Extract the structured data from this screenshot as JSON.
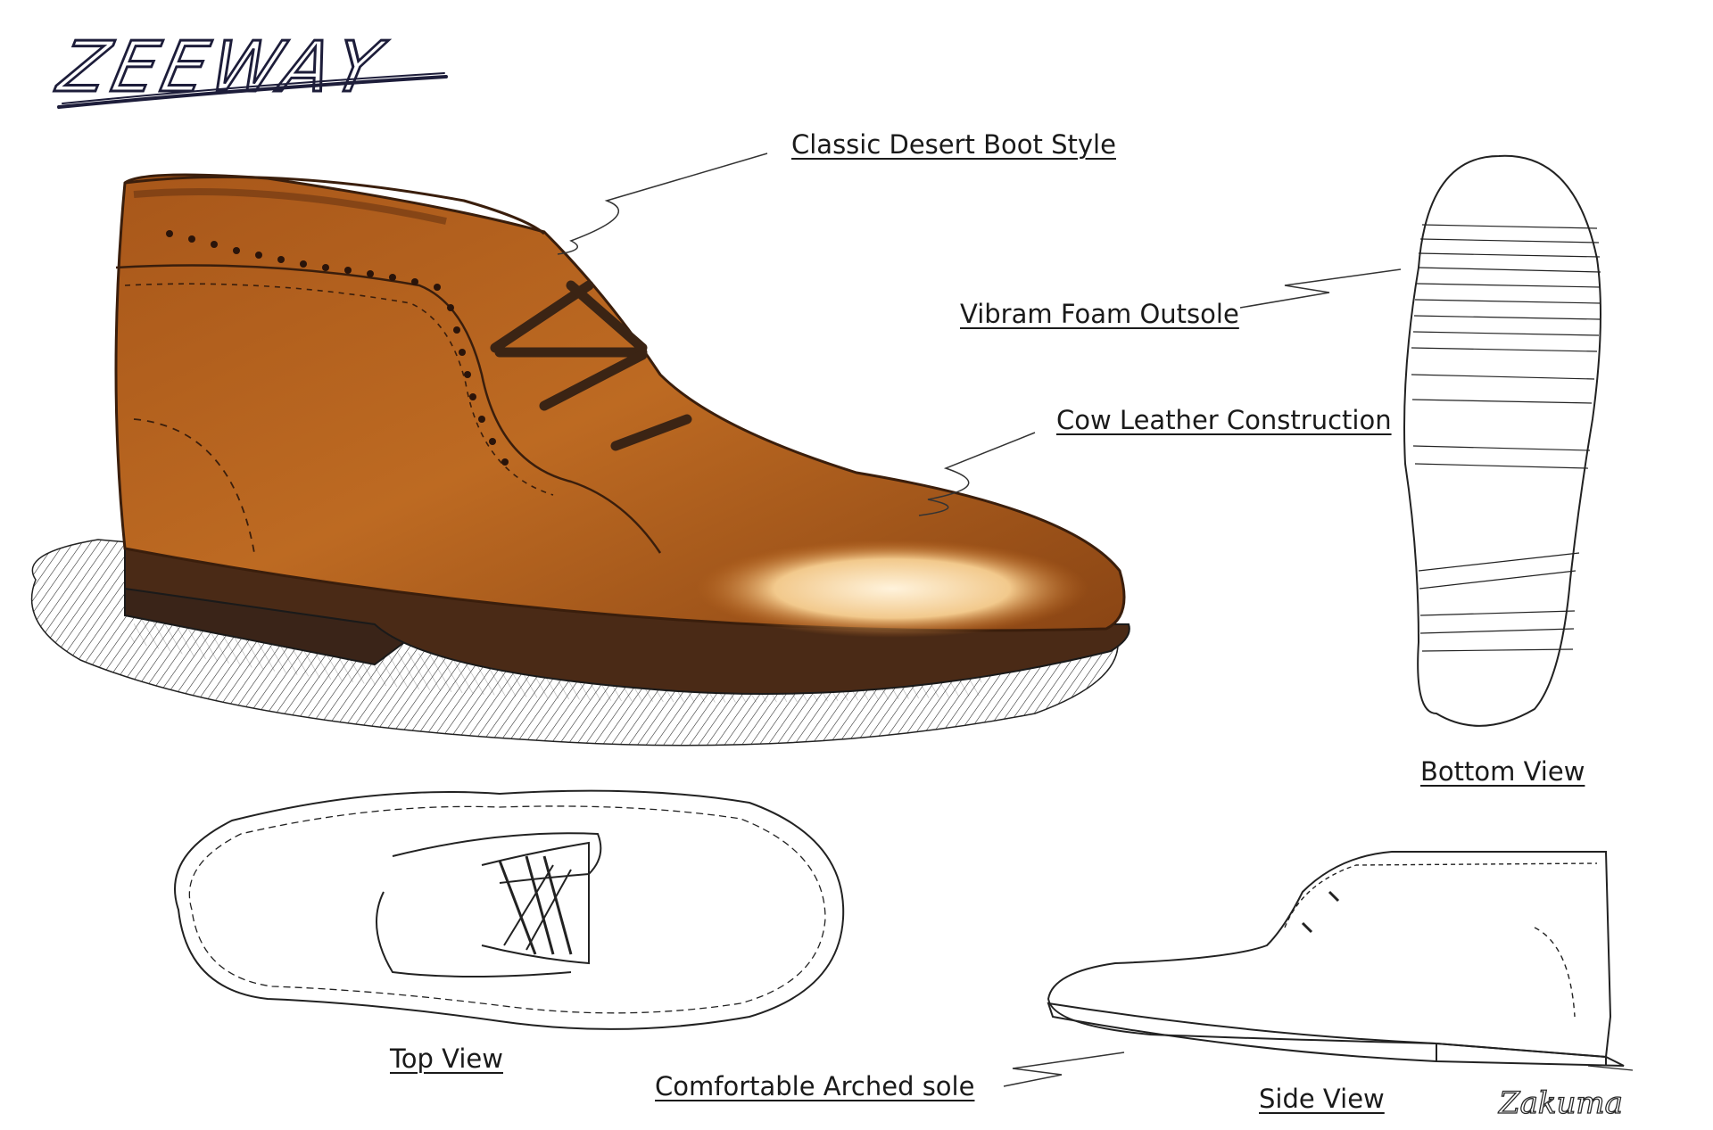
{
  "brand": {
    "name": "ZEEWAY"
  },
  "callouts": {
    "style": "Classic Desert Boot Style",
    "outsole": "Vibram Foam Outsole",
    "leather": "Cow Leather Construction",
    "sole": "Comfortable Arched sole"
  },
  "views": {
    "top": "Top View",
    "bottom": "Bottom View",
    "side": "Side View"
  },
  "signature": {
    "text": "Zakuma"
  },
  "colors": {
    "leather": "#b8651e",
    "leather_dark": "#7a3b10",
    "sole": "#3a2418",
    "ink": "#1a1a1a",
    "highlight": "#f6d9a8"
  }
}
